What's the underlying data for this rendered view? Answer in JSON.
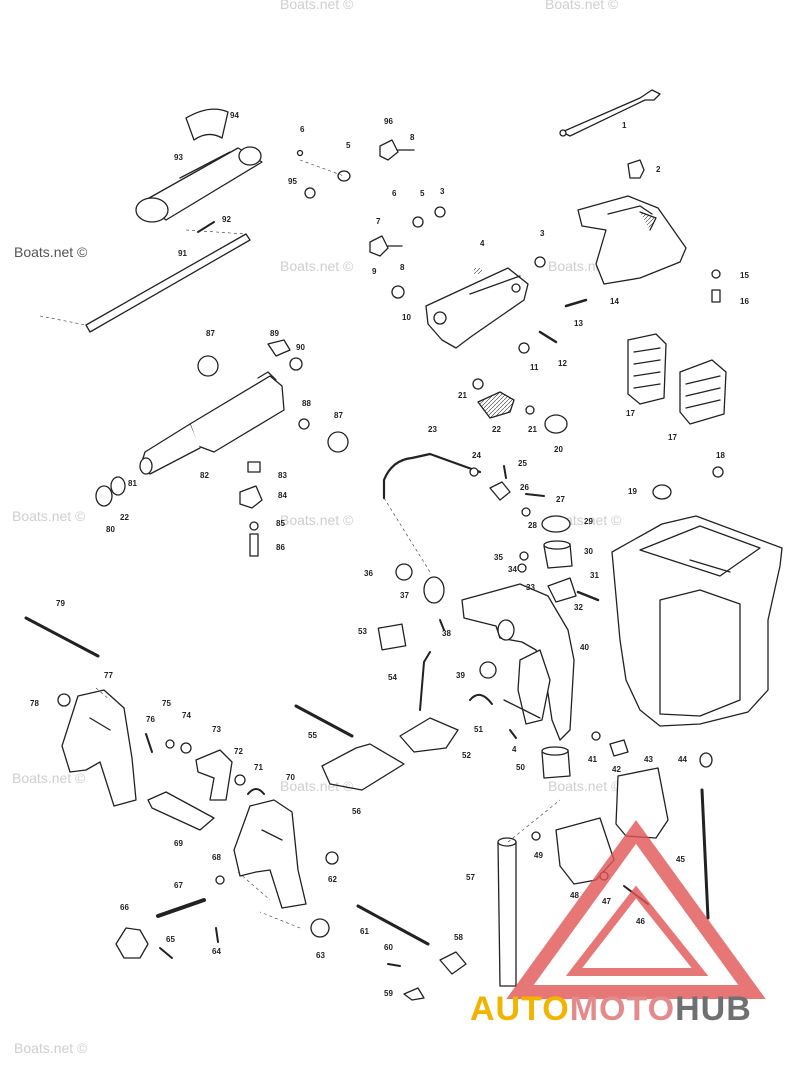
{
  "watermarks": [
    {
      "text": "Boats.net ©"
    },
    {
      "text": "Boats.net ©"
    },
    {
      "text": "Boats.net ©"
    },
    {
      "text": "Boats.net ©"
    },
    {
      "text": "Boats.net ©"
    },
    {
      "text": "Boats.net ©"
    },
    {
      "text": "Boats.net ©"
    },
    {
      "text": "Boats.net ©"
    },
    {
      "text": "Boats.net ©"
    },
    {
      "text": "Boats.net ©"
    },
    {
      "text": "Boats.net ©"
    },
    {
      "text": "Boats.net ©"
    }
  ],
  "logo": {
    "part1": "AUTO",
    "part2": "MOTO",
    "part3": "HUB"
  },
  "logo_colors": {
    "auto": "#f2b400",
    "moto": "#e38a8a",
    "hub": "#707070",
    "triangle": "#e25555"
  },
  "callouts": [
    "1",
    "2",
    "3",
    "3",
    "4",
    "4",
    "5",
    "5",
    "6",
    "6",
    "7",
    "8",
    "8",
    "9",
    "10",
    "11",
    "12",
    "13",
    "14",
    "15",
    "16",
    "17",
    "17",
    "18",
    "19",
    "20",
    "21",
    "21",
    "22",
    "22",
    "23",
    "24",
    "25",
    "26",
    "27",
    "28",
    "29",
    "30",
    "31",
    "32",
    "33",
    "34",
    "35",
    "36",
    "37",
    "38",
    "39",
    "40",
    "41",
    "42",
    "43",
    "44",
    "45",
    "46",
    "47",
    "48",
    "49",
    "50",
    "51",
    "52",
    "53",
    "54",
    "55",
    "56",
    "57",
    "58",
    "59",
    "60",
    "61",
    "62",
    "63",
    "64",
    "65",
    "66",
    "67",
    "68",
    "69",
    "70",
    "71",
    "72",
    "73",
    "74",
    "75",
    "76",
    "77",
    "78",
    "79",
    "80",
    "81",
    "82",
    "83",
    "84",
    "85",
    "86",
    "87",
    "87",
    "88",
    "89",
    "90",
    "91",
    "92",
    "93",
    "94",
    "95",
    "96"
  ]
}
